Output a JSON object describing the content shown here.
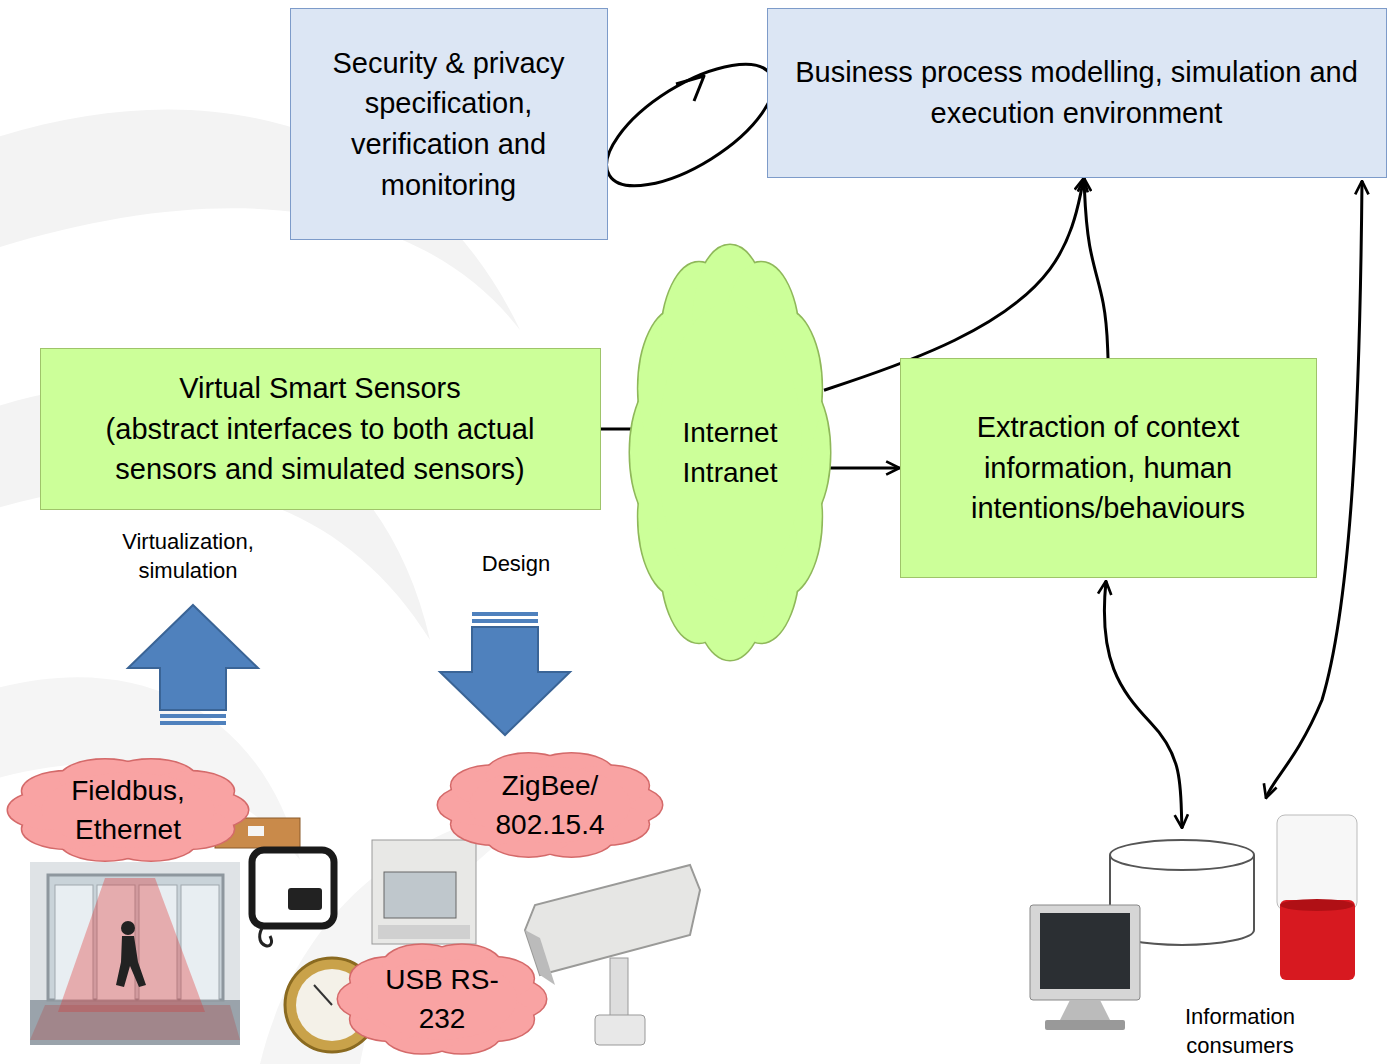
{
  "diagram": {
    "nodes": [
      {
        "text": [
          "Security & privacy specification, verification and monitoring"
        ]
      },
      {
        "text": [
          "Business process modelling, simulation and execution environment"
        ]
      },
      {
        "text": [
          "Virtual Smart Sensors",
          "(abstract interfaces to both actual sensors and simulated sensors)"
        ]
      },
      {
        "text": [
          "Internet Intranet"
        ]
      },
      {
        "text": [
          "Extraction of context information, human intentions/behaviours"
        ]
      },
      {
        "text": [
          "Fieldbus, Ethernet"
        ]
      },
      {
        "text": [
          "ZigBee/ 802.15.4"
        ]
      },
      {
        "text": [
          "USB RS-232"
        ]
      }
    ],
    "edges": [
      {
        "from": 2,
        "to": 3,
        "arrow": "none"
      },
      {
        "from": 3,
        "to": 4,
        "arrow": "to"
      },
      {
        "from": 3,
        "to": 1,
        "arrow": "to"
      },
      {
        "from": 4,
        "to": 1,
        "arrow": "to"
      }
    ],
    "labels": [
      "Virtualization, simulation",
      "Design",
      "Information consumers"
    ]
  }
}
